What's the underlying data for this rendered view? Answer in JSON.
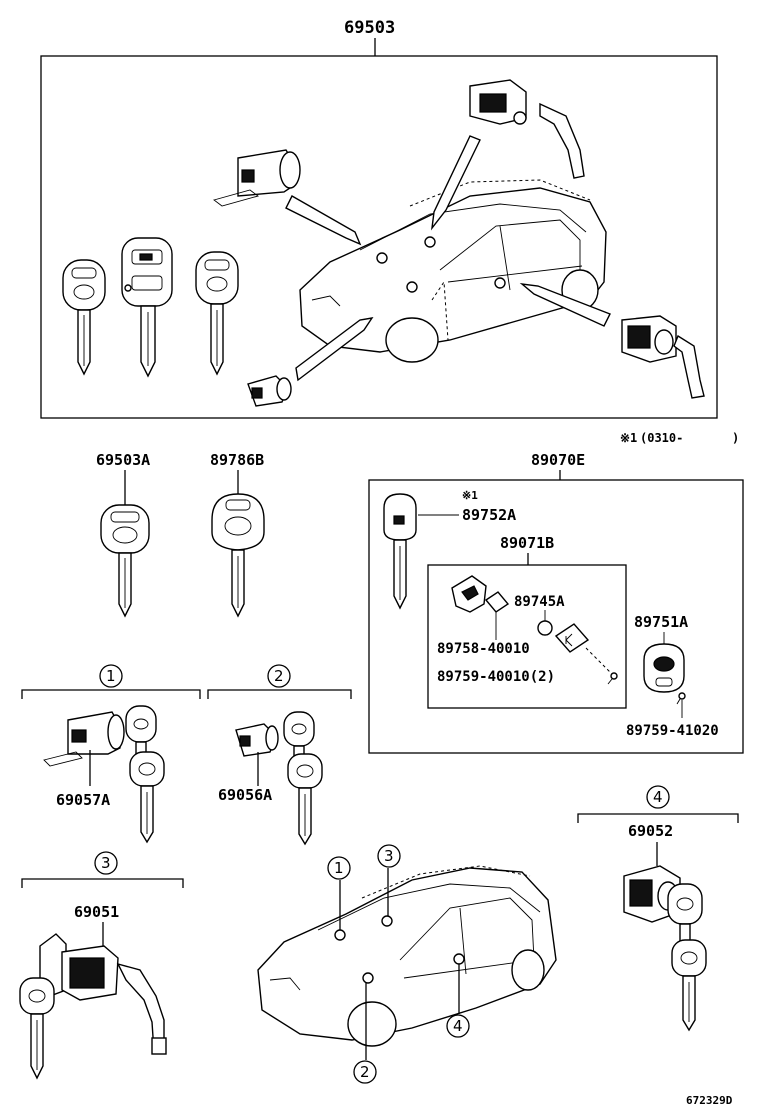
{
  "diagram": {
    "main_assembly": {
      "part_no": "69503"
    },
    "note": {
      "mark": "※1",
      "text": "(0310-",
      "close": ")"
    },
    "keys": [
      {
        "part_no": "69503A"
      },
      {
        "part_no": "89786B"
      }
    ],
    "transmitter_kit": {
      "part_no": "89070E",
      "footnote_mark": "※1",
      "key_blank": "89752A",
      "subassembly": "89071B",
      "parts": [
        "89745A",
        "89758-40010",
        "89759-40010(2)"
      ],
      "transmitter": "89751A",
      "screw": "89759-41020"
    },
    "groups": [
      {
        "marker": "1",
        "part_no": "69057A"
      },
      {
        "marker": "2",
        "part_no": "69056A"
      },
      {
        "marker": "3",
        "part_no": "69051"
      },
      {
        "marker": "4",
        "part_no": "69052"
      }
    ],
    "vehicle_markers": [
      "1",
      "2",
      "3",
      "4"
    ],
    "figure_id": "672329D"
  }
}
